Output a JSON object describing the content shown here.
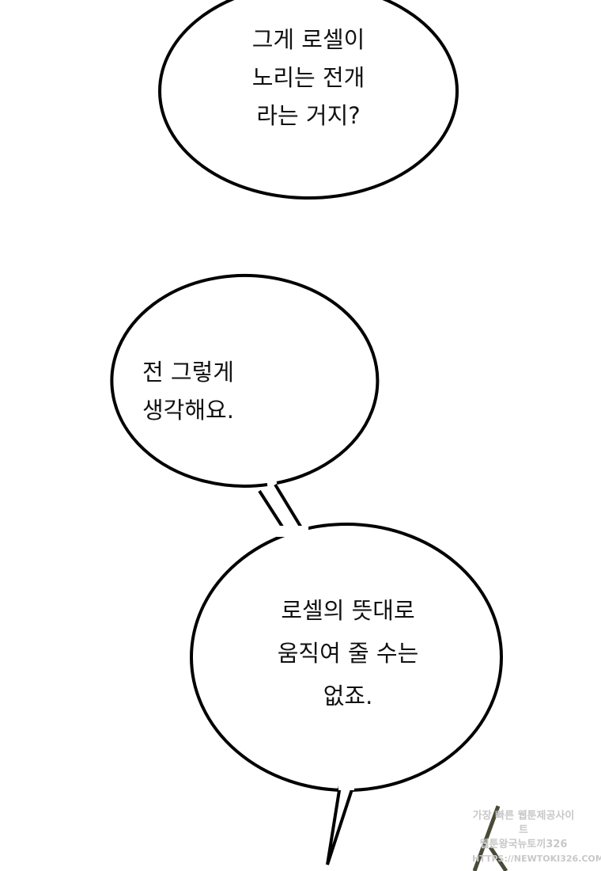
{
  "bubbles": [
    {
      "lines": [
        "그게 로셀이",
        "노리는 전개",
        "라는 거지?"
      ]
    },
    {
      "lines": [
        "전 그렇게",
        "생각해요."
      ]
    },
    {
      "lines": [
        "로셀의 뜻대로",
        "움직여 줄 수는",
        "없죠."
      ]
    }
  ],
  "watermark": {
    "lines": [
      "가장 빠른 웹툰제공사이트",
      "웹툰왕국뉴토끼326",
      "HTTPS://NEWTOKI326.COM"
    ]
  }
}
